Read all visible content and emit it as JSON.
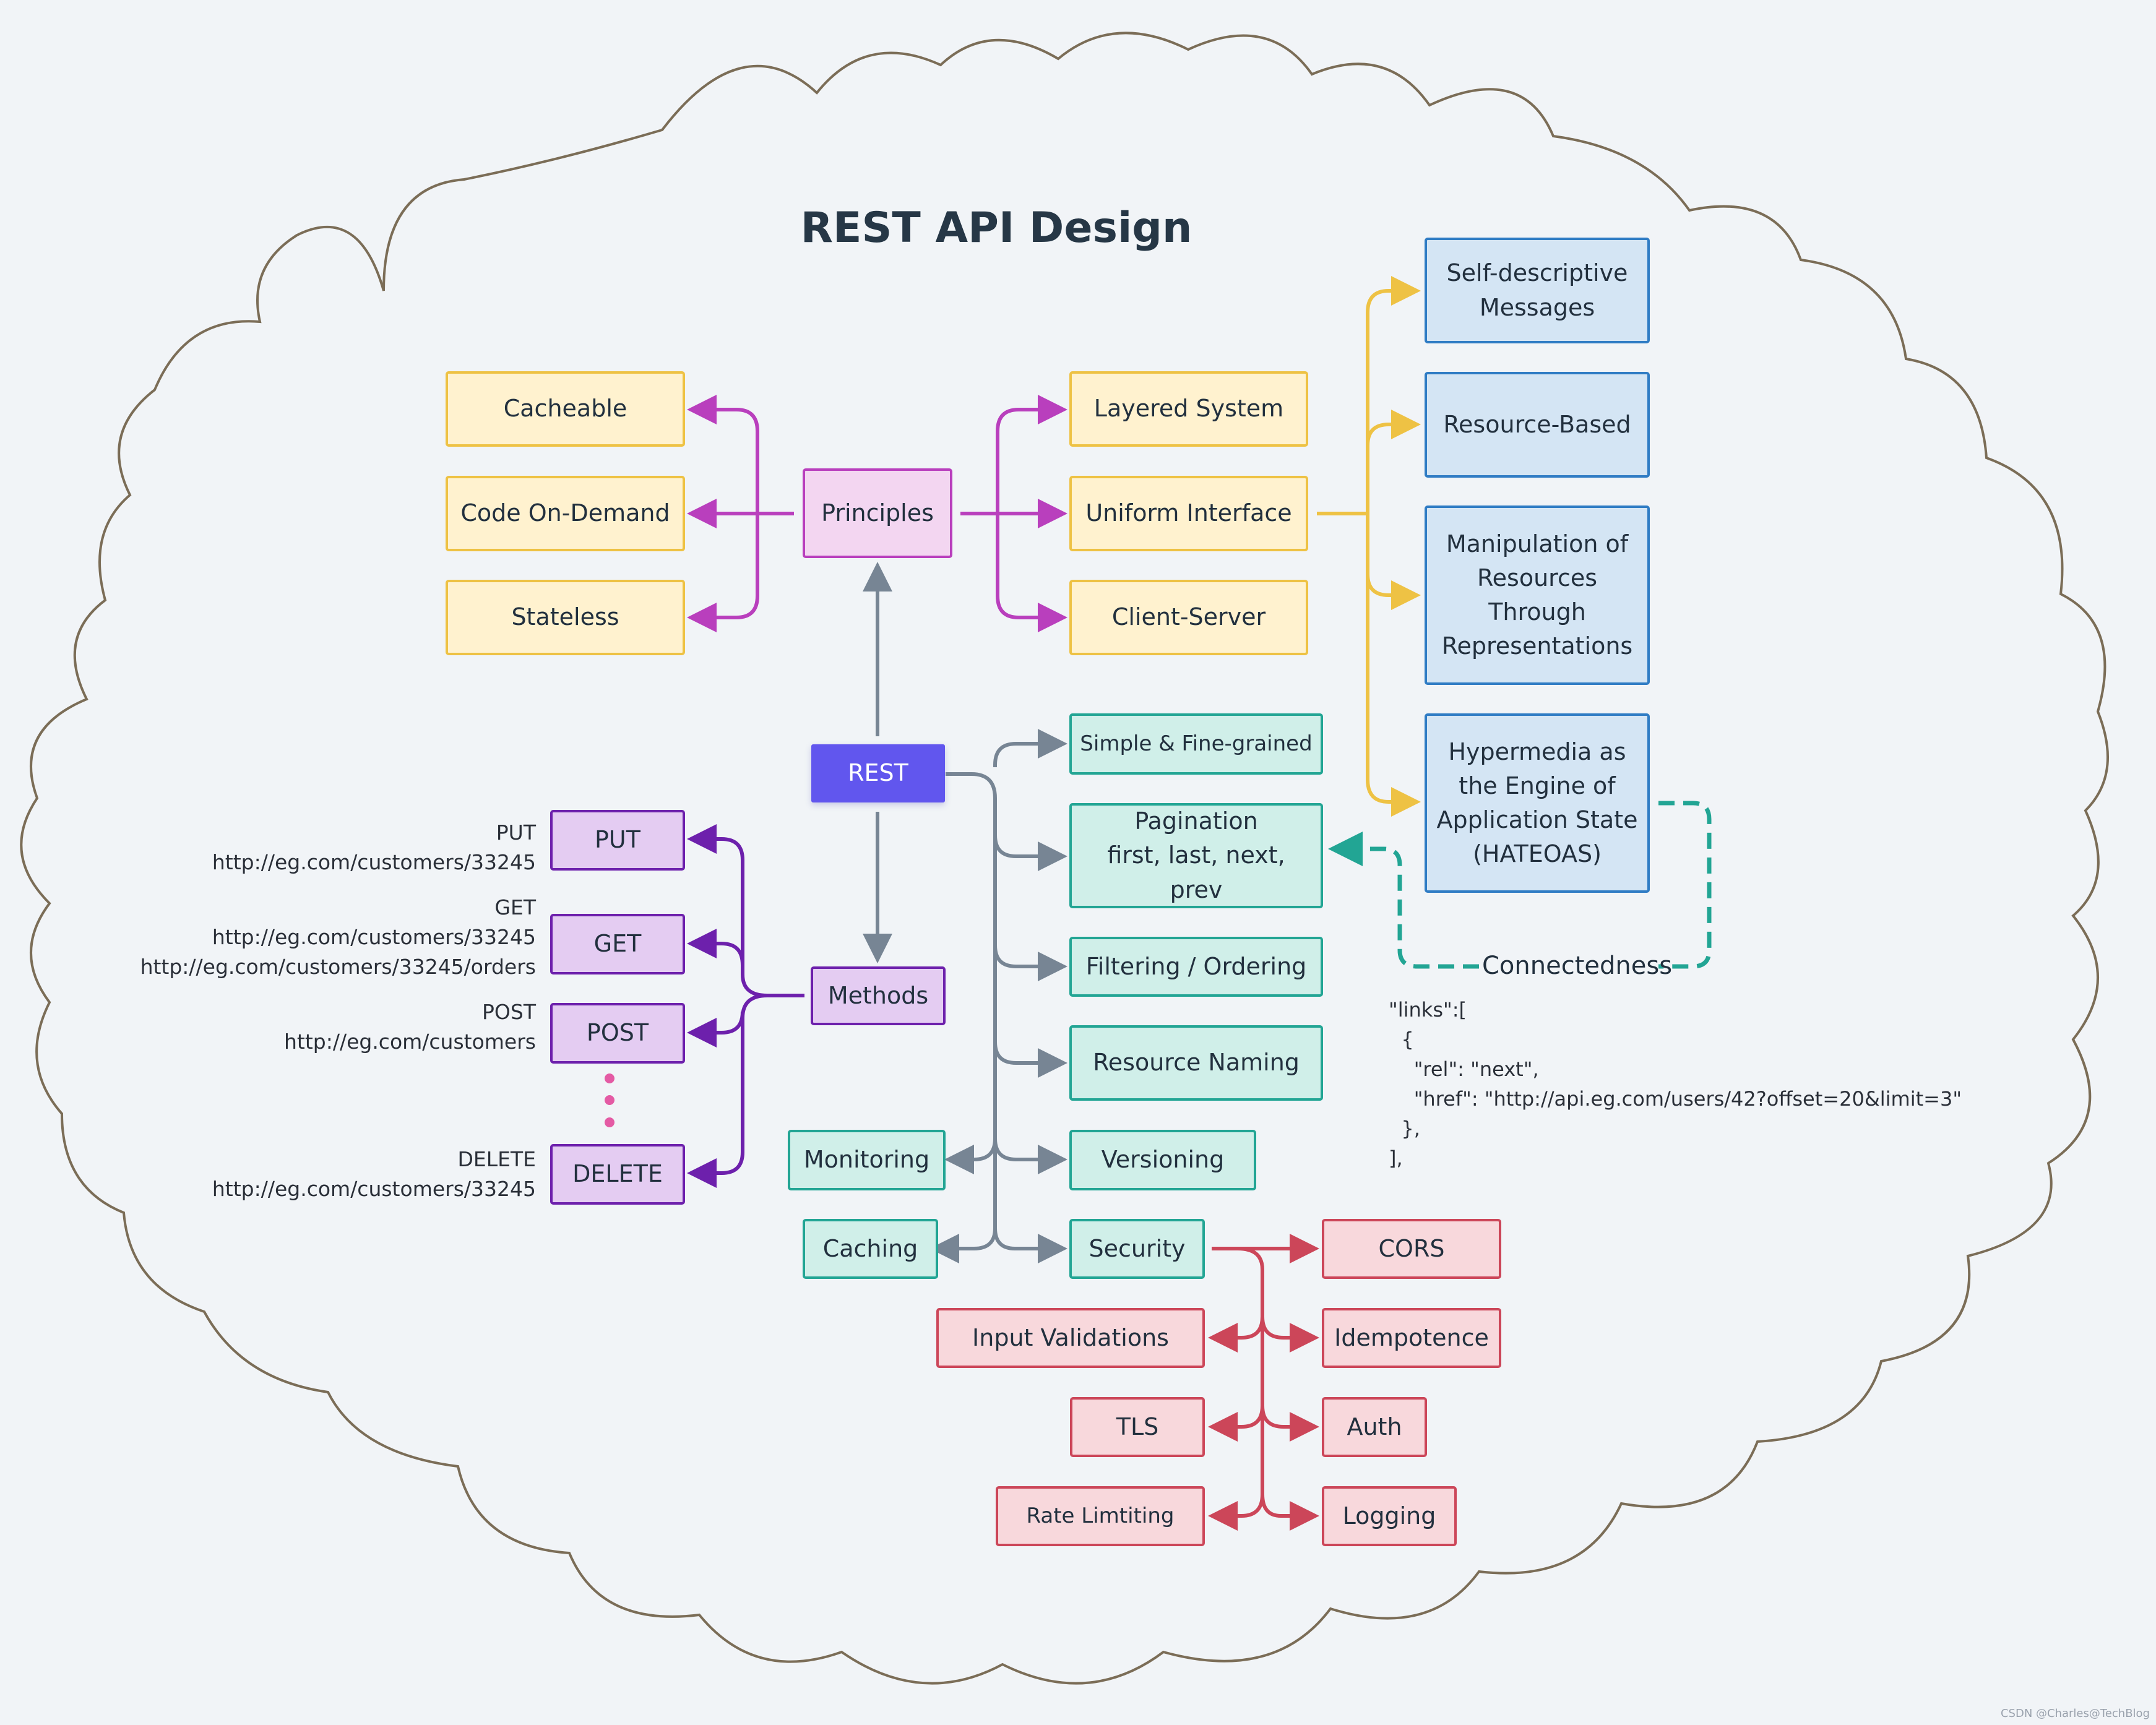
{
  "title": "REST API Design",
  "colors": {
    "principles": "#b93fbd",
    "uniform": "#eec244",
    "rest_gray": "#778594",
    "methods": "#6d20ac",
    "security": "#cc4659",
    "connectedness": "#22a594",
    "cloud": "#7b6d57"
  },
  "principles": {
    "label": "Principles",
    "left": [
      "Cacheable",
      "Code On-Demand",
      "Stateless"
    ],
    "right": [
      "Layered System",
      "Uniform Interface",
      "Client-Server"
    ]
  },
  "uniform_interface": {
    "items": [
      "Self-descriptive\nMessages",
      "Resource-Based",
      "Manipulation of\nResources\nThrough\nRepresentations",
      "Hypermedia as\nthe Engine of\nApplication State\n(HATEOAS)"
    ]
  },
  "rest": {
    "label": "REST"
  },
  "topics": {
    "right": [
      "Simple & Fine-grained",
      "Pagination\nfirst, last, next, prev",
      "Filtering / Ordering",
      "Resource Naming",
      "Versioning",
      "Security"
    ],
    "left": [
      "Monitoring",
      "Caching"
    ]
  },
  "methods": {
    "label": "Methods",
    "items": [
      {
        "name": "PUT",
        "desc": "PUT\nhttp://eg.com/customers/33245"
      },
      {
        "name": "GET",
        "desc": "GET\nhttp://eg.com/customers/33245\nhttp://eg.com/customers/33245/orders"
      },
      {
        "name": "POST",
        "desc": "POST\nhttp://eg.com/customers"
      },
      {
        "name": "DELETE",
        "desc": "DELETE\nhttp://eg.com/customers/33245"
      }
    ]
  },
  "connectedness": {
    "label": "Connectedness",
    "code": "\"links\":[\n  {\n    \"rel\": \"next\",\n    \"href\": \"http://api.eg.com/users/42?offset=20&limit=3\"\n  },\n],"
  },
  "security": {
    "right": [
      "CORS",
      "Idempotence",
      "Auth",
      "Logging"
    ],
    "left": [
      "Input Validations",
      "TLS",
      "Rate Limtiting"
    ]
  },
  "credit": "CSDN @Charles@TechBlog"
}
